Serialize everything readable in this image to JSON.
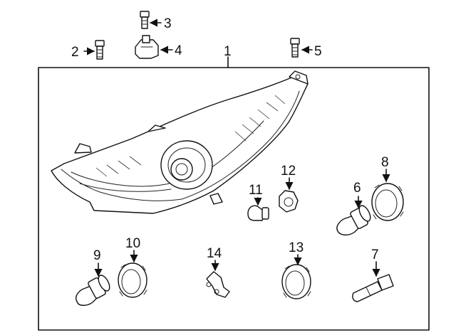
{
  "callouts": [
    {
      "id": "callout-1",
      "text": "1"
    },
    {
      "id": "callout-2",
      "text": "2"
    },
    {
      "id": "callout-3",
      "text": "3"
    },
    {
      "id": "callout-4",
      "text": "4"
    },
    {
      "id": "callout-5",
      "text": "5"
    },
    {
      "id": "callout-6",
      "text": "6"
    },
    {
      "id": "callout-7",
      "text": "7"
    },
    {
      "id": "callout-8",
      "text": "8"
    },
    {
      "id": "callout-9",
      "text": "9"
    },
    {
      "id": "callout-10",
      "text": "10"
    },
    {
      "id": "callout-11",
      "text": "11"
    },
    {
      "id": "callout-12",
      "text": "12"
    },
    {
      "id": "callout-13",
      "text": "13"
    },
    {
      "id": "callout-14",
      "text": "14"
    }
  ]
}
